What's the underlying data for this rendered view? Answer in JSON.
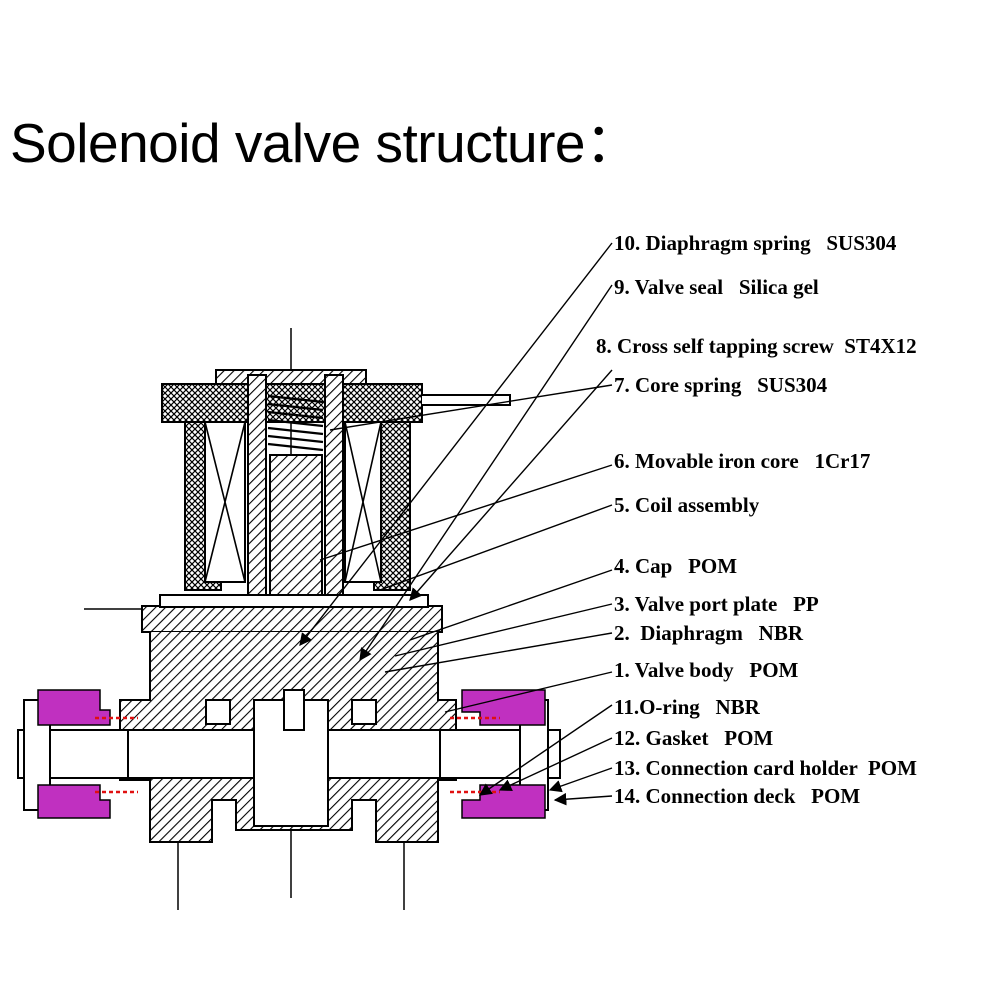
{
  "title": "Solenoid valve structure：",
  "colors": {
    "line": "#000000",
    "hatch": "#000000",
    "connector": "#c030c0",
    "connector_accent": "#e01010",
    "background": "#ffffff"
  },
  "labels": [
    "10. Diaphragm spring   SUS304",
    "9. Valve seal   Silica gel",
    "8. Cross self tapping screw  ST4X12",
    "7. Core spring   SUS304",
    "6. Movable iron core   1Cr17",
    "5. Coil assembly",
    "4. Cap   POM",
    "3. Valve port plate   PP",
    "2.  Diaphragm   NBR",
    "1. Valve body   POM",
    "11.O-ring   NBR",
    "12. Gasket   POM",
    "13. Connection card holder  POM",
    "14. Connection deck   POM"
  ]
}
